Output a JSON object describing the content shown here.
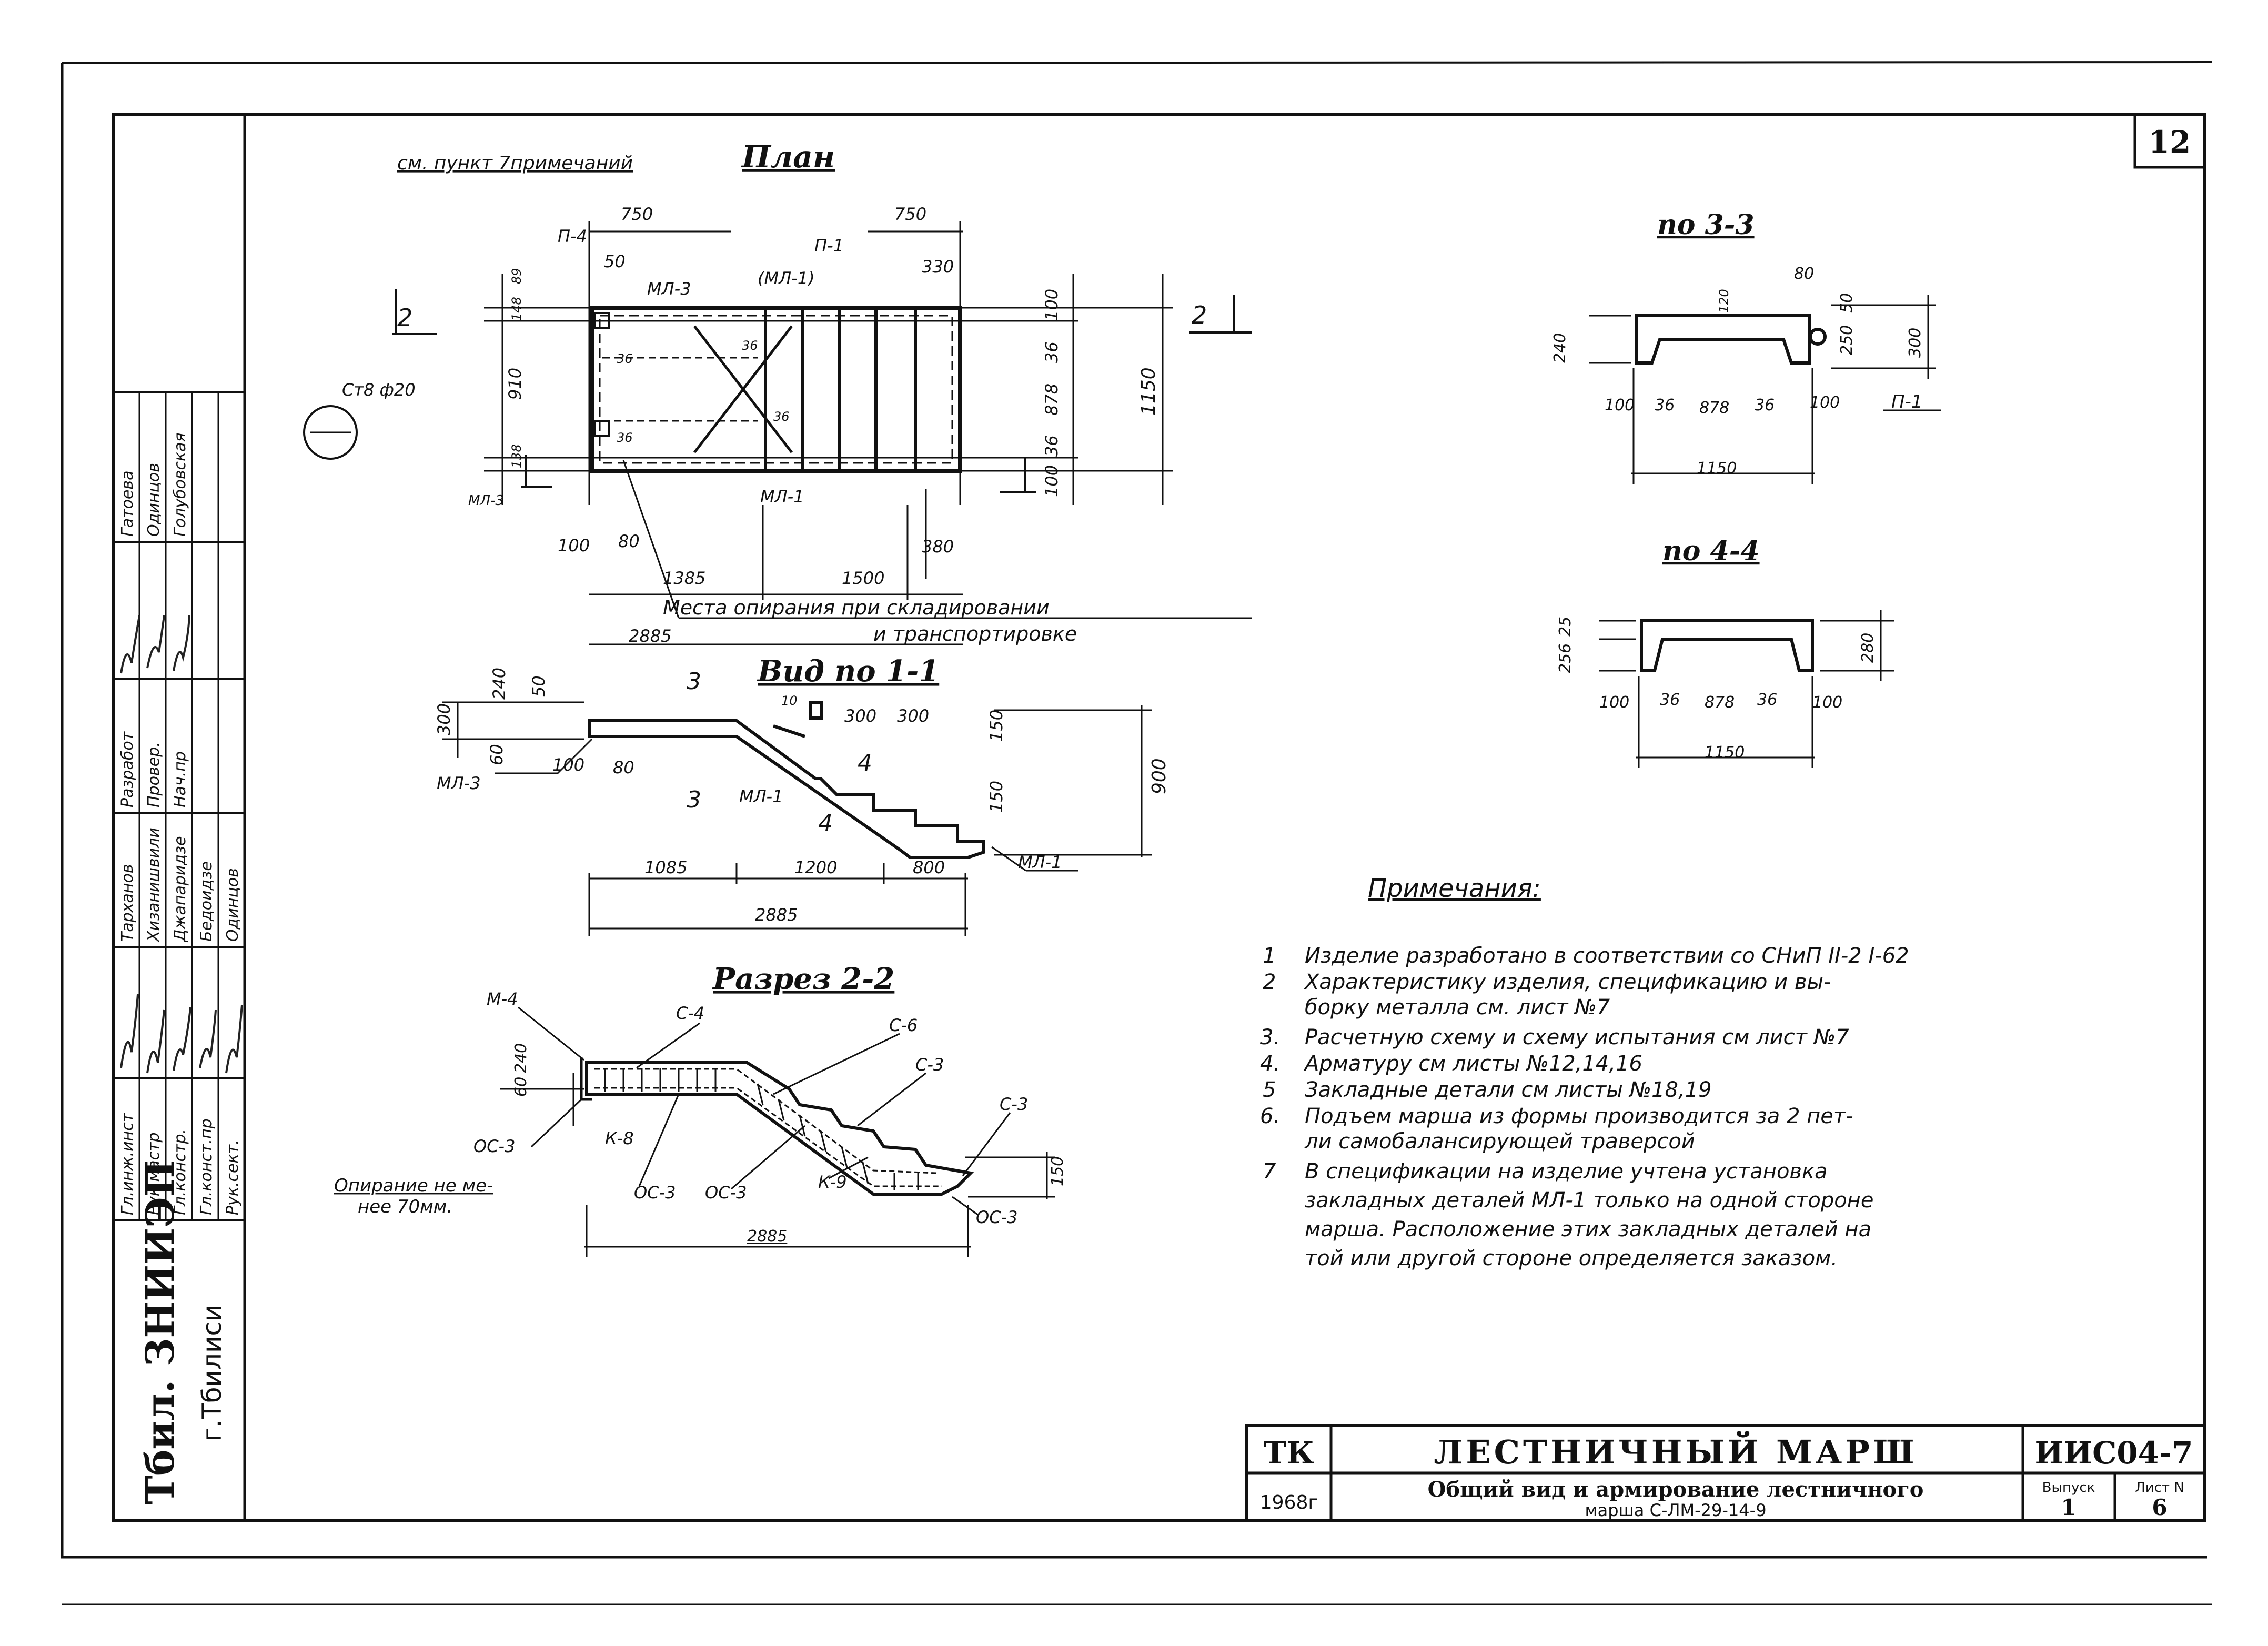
{
  "sheet": {
    "page_number": "12",
    "plan_reference_note": "см. пункт 7примечаний",
    "views": {
      "plan_title": "План",
      "view_1_title": "Вид по 1-1",
      "section_2_title": "Разрез 2-2",
      "section_3_title": "по 3-3",
      "section_4_title": "по 4-4"
    },
    "plan": {
      "dims": [
        "750",
        "50",
        "750",
        "330",
        "100",
        "36",
        "878",
        "36",
        "100",
        "1150",
        "1385",
        "1500",
        "380",
        "2885",
        "100",
        "80",
        "148",
        "89",
        "910",
        "138"
      ],
      "labels": [
        "П-4",
        "МЛ-3",
        "(МЛ-1)",
        "П-1",
        "МЛ-1",
        "МЛ-3",
        "Ст8 ф20",
        "2",
        "2",
        "36",
        "36",
        "36",
        "36"
      ],
      "note_support": "Места опирания при складировании",
      "note_support_2": "и транспортировке"
    },
    "view1": {
      "dims": [
        "240",
        "50",
        "300",
        "60",
        "100",
        "80",
        "10",
        "300",
        "300",
        "150",
        "150",
        "900",
        "1085",
        "1200",
        "800",
        "2885"
      ],
      "labels": [
        "МЛ-3",
        "МЛ-1",
        "МЛ-1",
        "3",
        "3",
        "4",
        "4"
      ]
    },
    "section2": {
      "dims": [
        "60",
        "240",
        "150",
        "2885"
      ],
      "labels": [
        "М-4",
        "С-4",
        "С-6",
        "С-3",
        "С-3",
        "ОС-3",
        "К-8",
        "ОС-3",
        "ОС-3",
        "К-9",
        "ОС-3"
      ],
      "support_note": "Опирание не ме-",
      "support_note_2": "нее 70мм."
    },
    "section3": {
      "dims": [
        "80",
        "120",
        "240",
        "250",
        "50",
        "300",
        "100",
        "36",
        "878",
        "36",
        "100",
        "1150"
      ],
      "labels": [
        "П-1"
      ]
    },
    "section4": {
      "dims": [
        "256",
        "25",
        "280",
        "100",
        "36",
        "878",
        "36",
        "100",
        "1150"
      ]
    },
    "notes": {
      "title": "Примечания:",
      "items": [
        {
          "num": "1",
          "lines": [
            "Изделие разработано в соответствии со СНиП II-2 I-62"
          ]
        },
        {
          "num": "2",
          "lines": [
            "Характеристику изделия, спецификацию и вы-",
            "борку металла см. лист №7"
          ]
        },
        {
          "num": "3.",
          "lines": [
            "Расчетную схему и схему испытания см лист №7"
          ]
        },
        {
          "num": "4.",
          "lines": [
            "Арматуру см листы №12,14,16"
          ]
        },
        {
          "num": "5",
          "lines": [
            "Закладные детали см листы №18,19"
          ]
        },
        {
          "num": "6.",
          "lines": [
            "Подъем марша из формы производится за 2 пет-",
            "ли самобалансирующей траверсой"
          ]
        },
        {
          "num": "7",
          "lines": [
            "В спецификации на изделие учтена установка",
            "закладных деталей МЛ-1 только на одной стороне",
            "марша. Расположение этих закладных деталей на",
            "той или другой стороне определяется заказом."
          ]
        }
      ]
    },
    "signatures": {
      "roles": [
        "Гл.инж.инст",
        "Рук.мастр",
        "Гл.констр.",
        "Гл.конст.пр",
        "Рук.сект."
      ],
      "col_names": [
        "Тарханов",
        "Хизанишвили",
        "Джапаридзе",
        "Бедоидзе",
        "Одинцов"
      ],
      "row2_roles": [
        "Разработ",
        "Провер.",
        "Нач.пр"
      ],
      "row2_names": [
        "Гатоева",
        "Одинцов",
        "Голубовская"
      ],
      "institute": "Тбил. ЗНИИЭП",
      "city": "г.Тбилиси"
    },
    "title_block": {
      "code_label": "ТК",
      "year": "1968г",
      "product_title": "ЛЕСТНИЧНЫЙ МАРШ",
      "subtitle_1": "Общий вид и армирование лестничного",
      "subtitle_2": "марша С-ЛМ-29-14-9",
      "series": "ИИС04-7",
      "issue_label": "Выпуск",
      "issue_value": "1",
      "sheet_label": "Лист N",
      "sheet_value": "6"
    }
  }
}
